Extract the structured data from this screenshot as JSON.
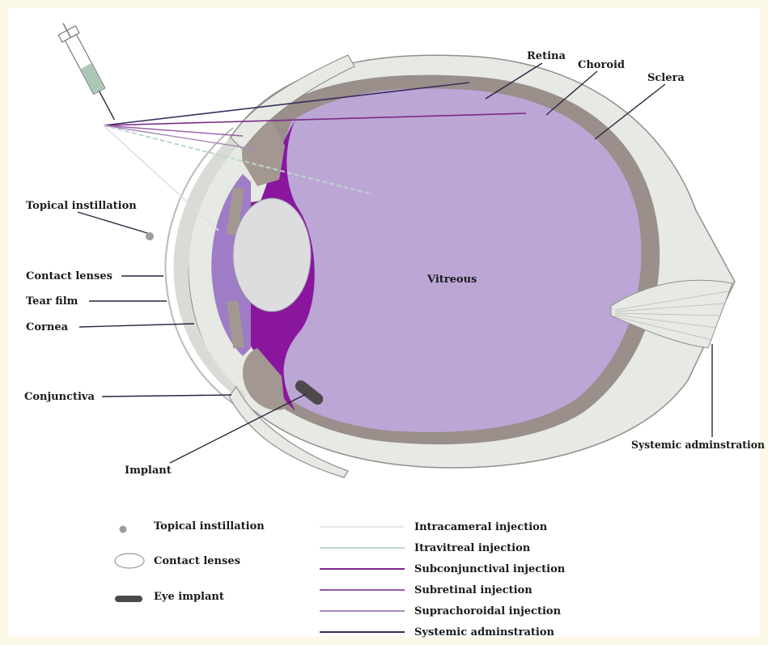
{
  "labels": {
    "retina": "Retina",
    "choroid": "Choroid",
    "sclera": "Sclera",
    "topical": "Topical instillation",
    "contact": "Contact lenses",
    "tear": "Tear film",
    "cornea": "Cornea",
    "vitreous": "Vitreous",
    "conjunctiva": "Conjunctiva",
    "implant": "Implant",
    "systemic": "Systemic adminstration"
  },
  "legend_left": [
    {
      "label": "Topical instillation",
      "icon": "gray-dot"
    },
    {
      "label": "Contact lenses",
      "icon": "open-ellipse"
    },
    {
      "label": "Eye implant",
      "icon": "dark-capsule"
    }
  ],
  "legend_right": [
    {
      "label": "Intracameral injection",
      "color": "#e6e6e6"
    },
    {
      "label": "Itravitreal injection",
      "color": "#bcd6cc"
    },
    {
      "label": "Subconjunctival injection",
      "color": "#7a2a88"
    },
    {
      "label": "Subretinal injection",
      "color": "#9a5aa8"
    },
    {
      "label": "Suprachoroidal injection",
      "color": "#a887b8"
    },
    {
      "label": "Systemic adminstration",
      "color": "#3a2e5e"
    }
  ],
  "colors": {
    "vitreous": "#bba6d6",
    "sclera": "#e6e9e4",
    "choroid": "#9a8f8a",
    "iris": "#a39891",
    "lens": "#dddde0",
    "aqueous": "#9f7cc6",
    "ciliary": "#8a169e"
  }
}
